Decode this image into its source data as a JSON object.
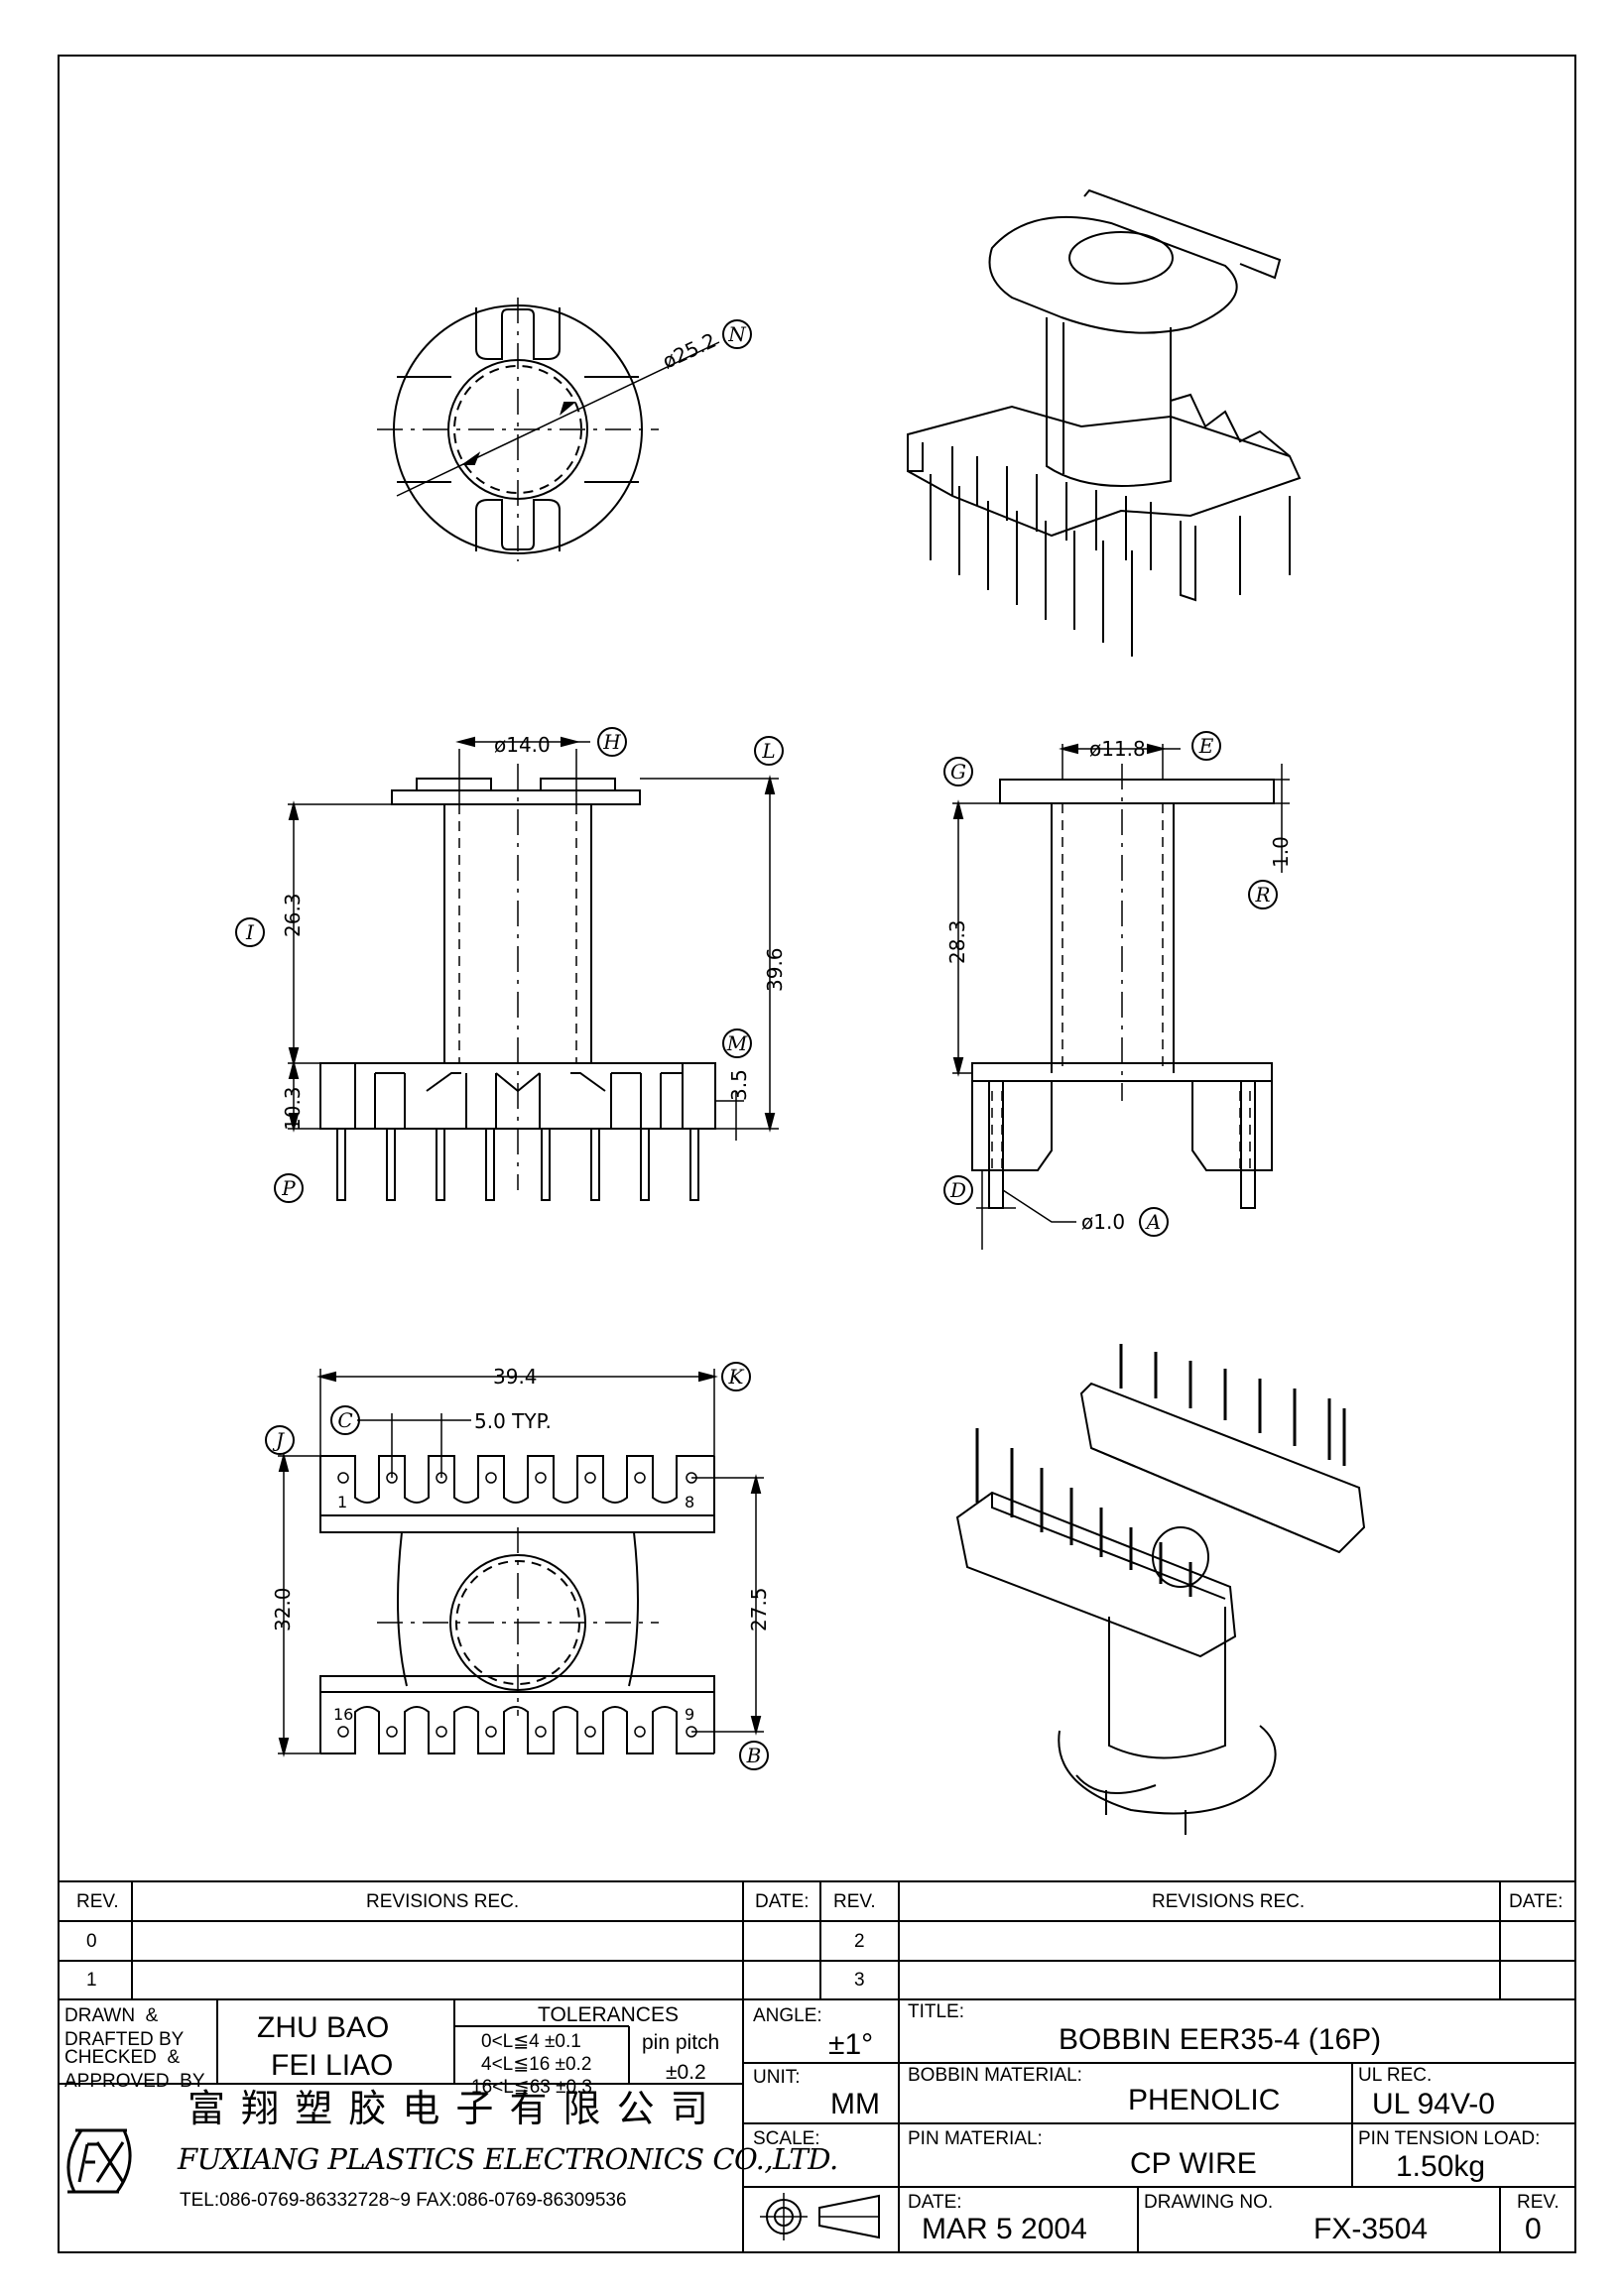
{
  "drawing": {
    "labels": {
      "N": "N",
      "H": "H",
      "L": "L",
      "I": "I",
      "M": "M",
      "P": "P",
      "G": "G",
      "E": "E",
      "R": "R",
      "D": "D",
      "A": "A",
      "J": "J",
      "C": "C",
      "K": "K",
      "B": "B"
    },
    "dims": {
      "n": "ø25.2",
      "h": "ø14.0",
      "i": "26.3",
      "l": "39.6",
      "m": "3.5",
      "p": "10.3",
      "e": "ø11.8",
      "g": "28.3",
      "r": "1.0",
      "a": "ø1.0",
      "k": "39.4",
      "c": "5.0 TYP.",
      "j": "32.0",
      "b": "27.5"
    },
    "pins": {
      "p1": "1",
      "p8": "8",
      "p16": "16",
      "p9": "9"
    }
  },
  "title_block": {
    "revisions": {
      "rev_header": "REV.",
      "rec_header": "REVISIONS   REC.",
      "date_header": "DATE:",
      "rows_left": [
        "0",
        "1"
      ],
      "rows_right": [
        "2",
        "3"
      ]
    },
    "drawn_label": "DRAWN  &\nDRAFTED BY",
    "drawn_by": "ZHU   BAO",
    "checked_label": "CHECKED  &\nAPPROVED  BY",
    "checked_by": "FEI LIAO",
    "tolerances": {
      "title": "TOLERANCES",
      "rows": [
        "0<L≦4    ±0.1",
        "4<L≦16  ±0.2",
        "16<L≦63  ±0.3"
      ],
      "pin_pitch_label": "pin pitch",
      "pin_pitch_value": "±0.2"
    },
    "angle_label": "ANGLE:",
    "angle_value": "±1°",
    "unit_label": "UNIT:",
    "unit_value": "MM",
    "scale_label": "SCALE:",
    "title_label": "TITLE:",
    "title_value": "BOBBIN  EER35-4  (16P)",
    "bobbin_material_label": "BOBBIN MATERIAL:",
    "bobbin_material_value": "PHENOLIC",
    "ul_label": "UL REC.",
    "ul_value": "UL  94V-0",
    "pin_material_label": "PIN MATERIAL:",
    "pin_material_value": "CP  WIRE",
    "pin_tension_label": "PIN  TENSION  LOAD:",
    "pin_tension_value": "1.50kg",
    "date_label": "DATE:",
    "date_value": "MAR  5  2004",
    "drawing_no_label": "DRAWING  NO.",
    "drawing_no_value": "FX-3504",
    "rev_label": "REV.",
    "rev_value": "0",
    "company": {
      "logo": "FX",
      "chinese_name": "富 翔 塑 胶 电 子 有 限 公 司",
      "english_name": "FUXIANG PLASTICS ELECTRONICS CO.,LTD.",
      "contact": "TEL:086-0769-86332728~9  FAX:086-0769-86309536"
    }
  }
}
